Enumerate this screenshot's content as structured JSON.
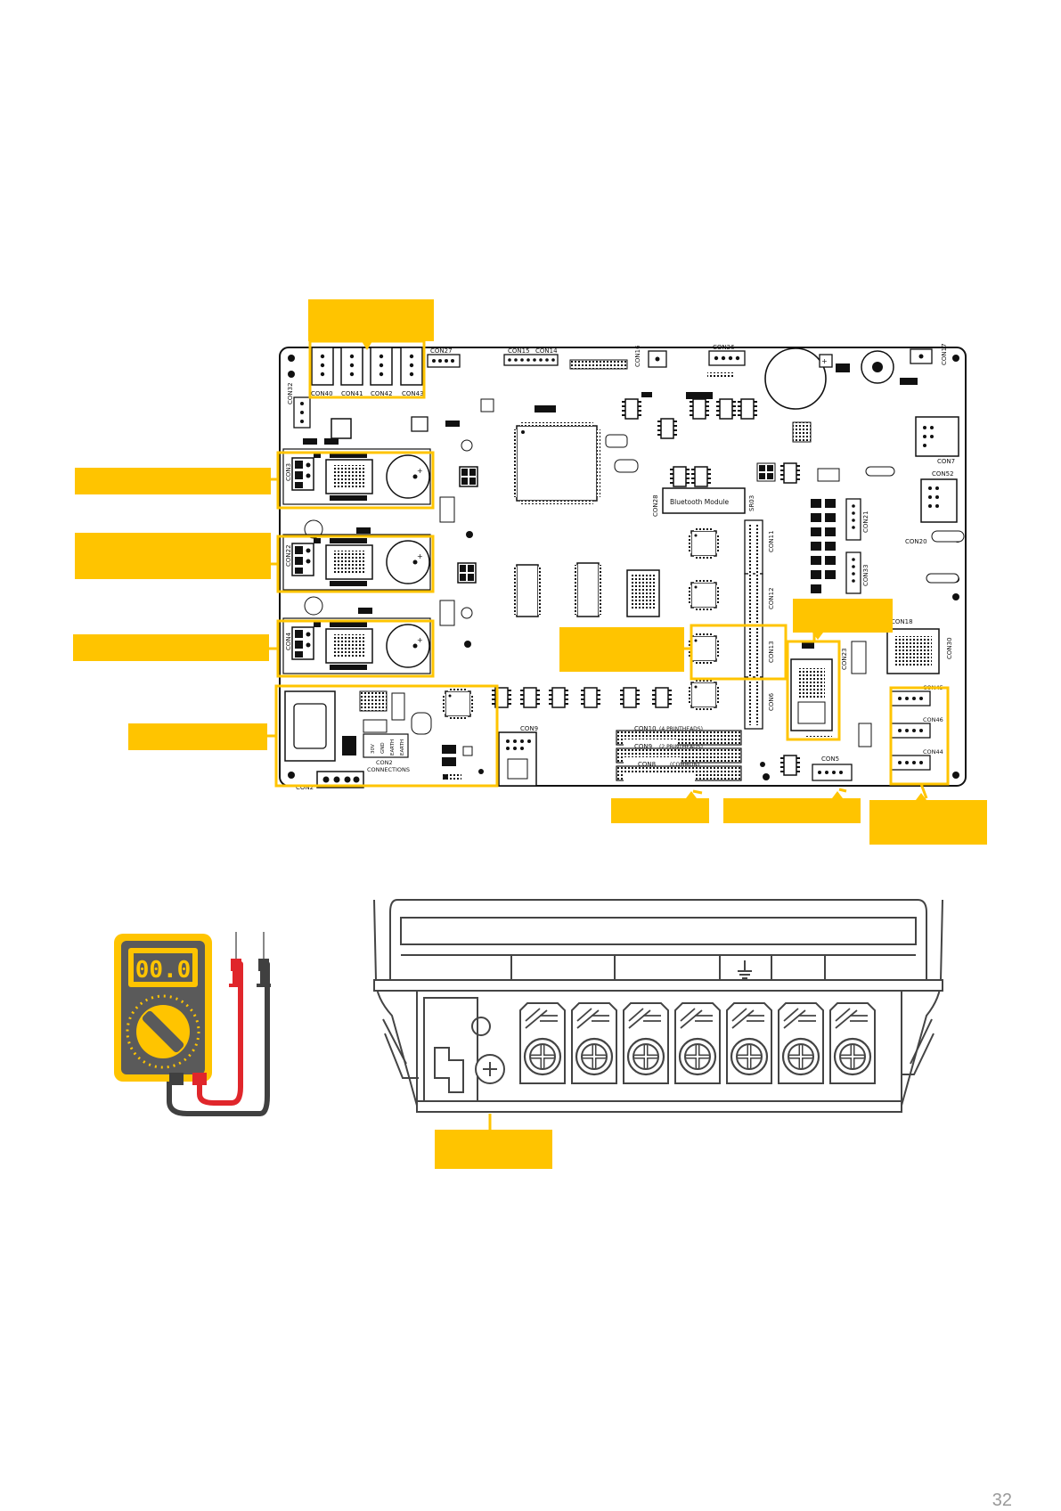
{
  "colors": {
    "accent": "#FFC400",
    "line": "#222222",
    "meter_body": "#5A5A5A",
    "probe_red": "#E0262B",
    "probe_black": "#333333"
  },
  "board": {
    "connectors": {
      "con40": "CON40",
      "con41": "CON41",
      "con42": "CON42",
      "con43": "CON43",
      "con27": "CON27",
      "con15": "CON15",
      "con14": "CON14",
      "con16": "CON16",
      "con26": "CON26",
      "con17": "CON17",
      "con32": "CON32",
      "con3": "CON3",
      "con22": "CON22",
      "con4": "CON4",
      "con7": "CON7",
      "con52": "CON52",
      "con20": "CON20",
      "con21": "CON21",
      "con33": "CON33",
      "con11": "CON11",
      "con12": "CON12",
      "con13": "CON13",
      "con6": "CON6",
      "con28": "CON28",
      "con18": "CON18",
      "con30": "CON30",
      "con23": "CON23",
      "con45": "CON45",
      "con46": "CON46",
      "con44": "CON44",
      "con5": "CON5",
      "con9_top": "CON9",
      "con10": "CON10",
      "con9": "CON9",
      "con8": "CON8",
      "con2": "CON2",
      "sr03": "SR03"
    },
    "bluetooth_label": "Bluetooth Module",
    "con10_note": "(4 PRINTHEADS)",
    "con9_note": "(2 PRINTHEADS)",
    "con8_note": "(COMMON)",
    "con2_title": "CON2",
    "con2_sub": "CONNECTIONS",
    "pin_labels": [
      "30V",
      "GND",
      "EARTH",
      "EARTH"
    ]
  },
  "meter": {
    "display": "00.0"
  },
  "page_number": "32"
}
